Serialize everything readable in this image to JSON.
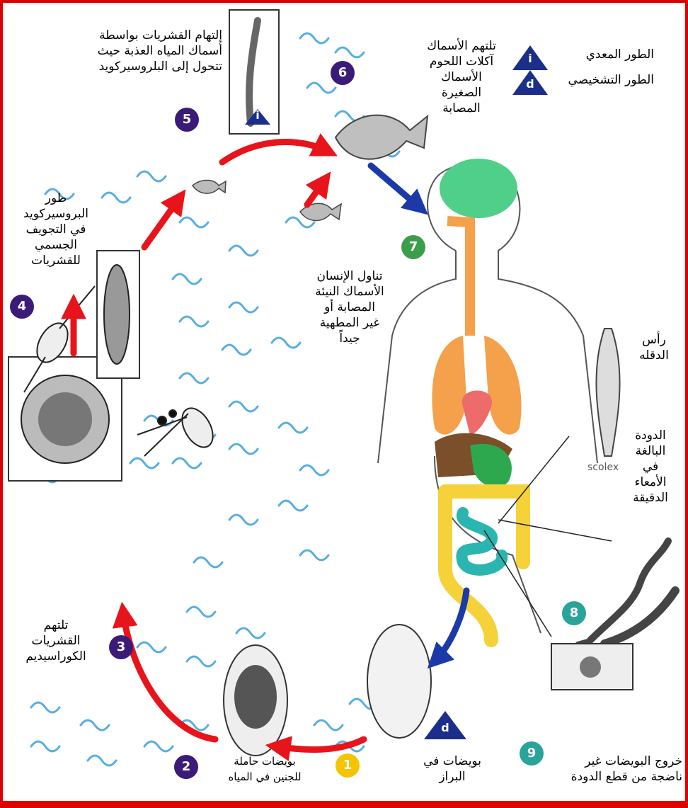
{
  "legend": {
    "infective": {
      "label": "الطور المعدي",
      "symbol": "i"
    },
    "diagnostic": {
      "label": "الطور التشخيصي",
      "symbol": "d"
    }
  },
  "steps": [
    {
      "number": "1",
      "label_lines": [
        "بويضات في",
        "البراز"
      ]
    },
    {
      "number": "2",
      "label_lines": [
        "بويضات حاملة",
        "للجنين في المياه"
      ]
    },
    {
      "number": "3",
      "label_lines": [
        "تلتهم",
        "القشريات",
        "الكوراسيديم"
      ]
    },
    {
      "number": "4",
      "label_lines": [
        "طور",
        "البروسيركويد",
        "في التجويف",
        "الجسمي",
        "للقشريات"
      ]
    },
    {
      "number": "5",
      "label_lines": [
        "إلتهام القشريات بواسطة",
        "أسماك المياه العذبة حيث",
        "تتحول إلى البلروسيركويد"
      ]
    },
    {
      "number": "6",
      "label_lines": [
        "تلتهم الأسماك",
        "آكلات اللحوم",
        "الأسماك",
        "الصغيرة",
        "المصابة"
      ]
    },
    {
      "number": "7",
      "label_lines": [
        "تناول الإنسان",
        "الأسماك النيئة",
        "المصابة أو",
        "غير المطهية",
        "جيداً"
      ]
    },
    {
      "number": "8",
      "label_lines": [
        "الدودة",
        "البالغة",
        "في",
        "الأمعاء",
        "الدقيقة"
      ]
    },
    {
      "number": "9",
      "label_lines": [
        "خروج البويضات غير",
        "ناضجة من قطع الدودة"
      ]
    }
  ],
  "scolex": {
    "label_lines": [
      "رأس",
      "الدقله"
    ],
    "image_text": "scolex"
  },
  "colors": {
    "frame": "#e00000",
    "arrow_red": "#e8141b",
    "arrow_blue": "#1b3aa8",
    "water": "#3aa0dc",
    "lung": "#f5a04a",
    "brain": "#4fcf8a",
    "intestine": "#f5d23a",
    "small_intestine": "#2bb5b0"
  }
}
